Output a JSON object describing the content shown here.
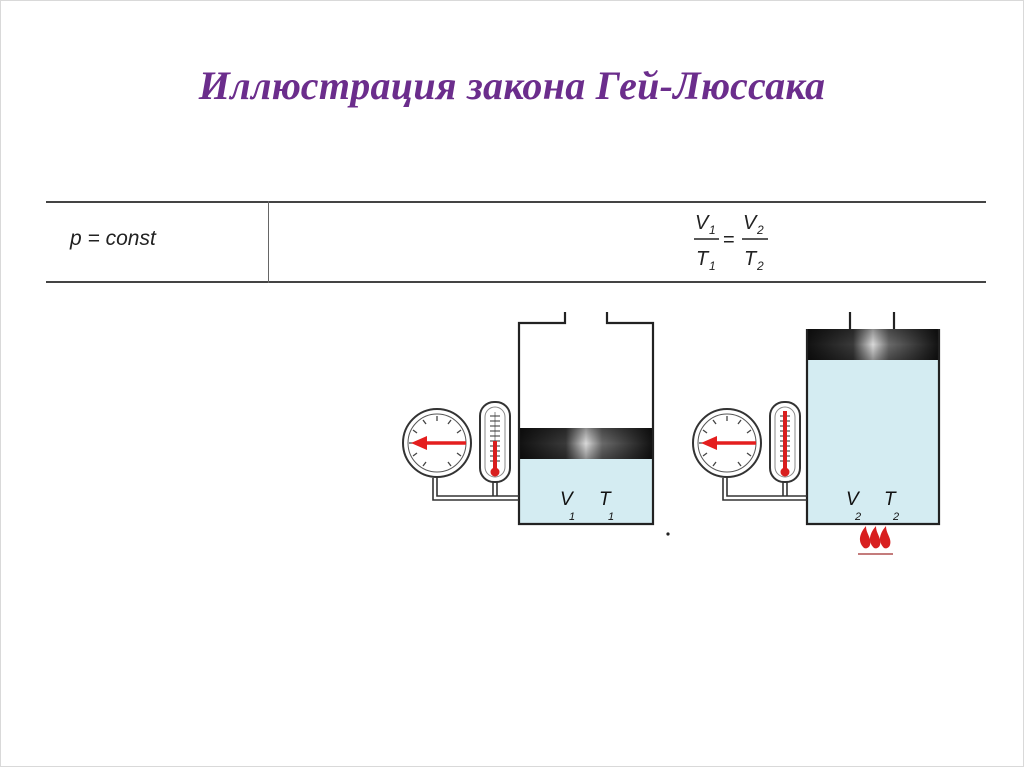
{
  "slide": {
    "title": "Иллюстрация закона Гей-Люссака"
  },
  "law": {
    "condition": "p = const",
    "formula": {
      "left_numerator": "V",
      "left_numerator_sub": "1",
      "left_denominator": "T",
      "left_denominator_sub": "1",
      "equals": "=",
      "right_numerator": "V",
      "right_numerator_sub": "2",
      "right_denominator": "T",
      "right_denominator_sub": "2"
    }
  },
  "states": [
    {
      "volume_symbol": "V",
      "volume_sub": "1",
      "temperature_symbol": "T",
      "temperature_sub": "1",
      "heated": false
    },
    {
      "volume_symbol": "V",
      "volume_sub": "2",
      "temperature_symbol": "T",
      "temperature_sub": "2",
      "heated": true
    }
  ],
  "colors": {
    "title": "#6b2d8c",
    "gas": "#d4ecf2",
    "piston": "#1f1f1f",
    "arrow": "#e41e1e",
    "flame": "#d81f1f"
  }
}
